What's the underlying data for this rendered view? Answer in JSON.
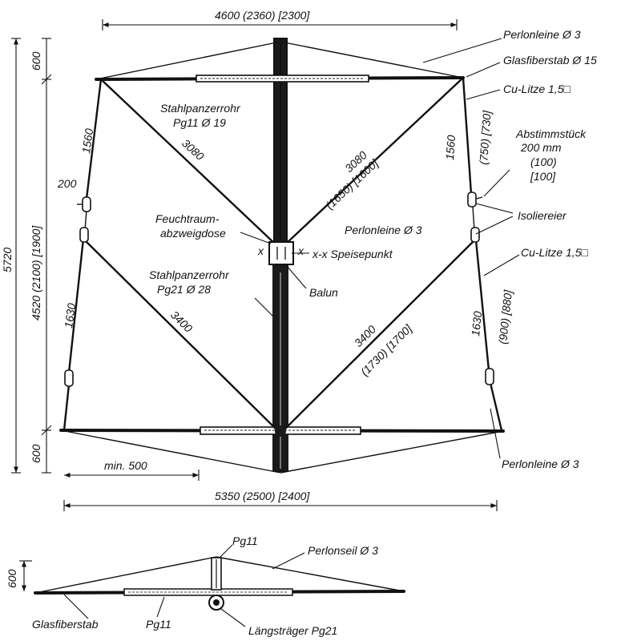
{
  "dimensions": {
    "top_width": "4600 (2360) [2300]",
    "bottom_width": "5350 (2500) [2400]",
    "min_offset": "min. 500",
    "total_height": "5720",
    "top_guy_height": "600",
    "bottom_guy_height": "600",
    "boom_length": "4520 (2100) [1900]",
    "left_upper_wire": "1560",
    "right_upper_wire": "1560",
    "right_upper_wire_alt": "(750) [730]",
    "left_lower_wire": "1630",
    "right_lower_wire": "1630",
    "right_lower_wire_alt": "(900) [880]",
    "upper_diag_left": "3080",
    "upper_diag_right": "3080",
    "upper_diag_right_alt": "(1650) [1600]",
    "lower_diag_left": "3400",
    "lower_diag_right": "3400",
    "lower_diag_right_alt": "(1730) [1700]",
    "stub_left": "200",
    "side_view_height": "600"
  },
  "labels": {
    "perlon_top": "Perlonleine Ø 3",
    "glass_rod": "Glasfiberstab Ø 15",
    "cu_upper": "Cu-Litze 1,5□",
    "tuning_stub_1": "Abstimmstück",
    "tuning_stub_2": "200 mm",
    "tuning_stub_3": "(100)",
    "tuning_stub_4": "[100]",
    "insulators": "Isoliereier",
    "perlon_mid": "Perlonleine Ø 3",
    "cu_lower": "Cu-Litze 1,5□",
    "perlon_bottom": "Perlonleine Ø 3",
    "steel_pipe_top_1": "Stahlpanzerrohr",
    "steel_pipe_top_2": "Pg11 Ø 19",
    "junction_box_1": "Feuchtraum-",
    "junction_box_2": "abzweigdose",
    "feed_point": "x-x Speisepunkt",
    "feed_x_left": "x",
    "feed_x_right": "x",
    "balun": "Balun",
    "steel_pipe_mid_1": "Stahlpanzerrohr",
    "steel_pipe_mid_2": "Pg21 Ø 28",
    "side_pg11_top": "Pg11",
    "side_perlon": "Perlonseil Ø 3",
    "side_glass": "Glasfiberstab",
    "side_pg11_bottom": "Pg11",
    "side_boom": "Längsträger Pg21"
  }
}
